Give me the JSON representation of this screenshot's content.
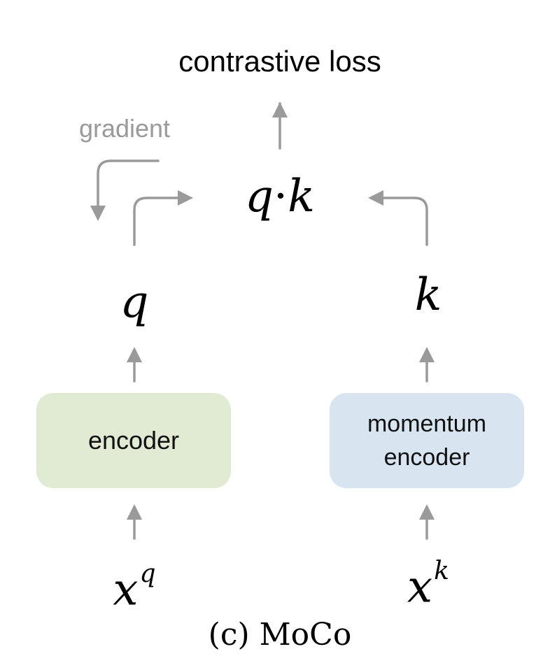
{
  "title": "contrastive loss",
  "gradient_label": "gradient",
  "dot_product": {
    "left": "q",
    "op": "·",
    "right": "k"
  },
  "query": "q",
  "key": "k",
  "encoder_label": "encoder",
  "momentum_encoder_label": {
    "line1": "momentum",
    "line2": "encoder"
  },
  "input_query": {
    "base": "x",
    "sup": "q"
  },
  "input_key": {
    "base": "x",
    "sup": "k"
  },
  "caption": "(c) MoCo",
  "colors": {
    "arrow": "#9a9a9a",
    "encoder_fill": "#e1ead3",
    "momentum_fill": "#d8e5f1",
    "text": "#000000",
    "gradient_text": "#9a9a9a"
  }
}
